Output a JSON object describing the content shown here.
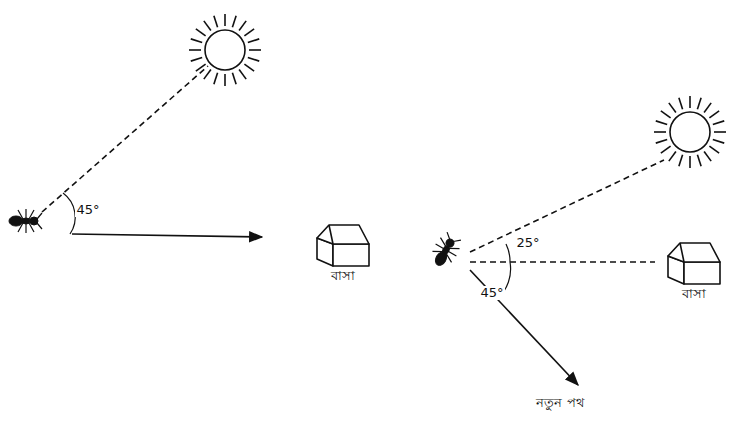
{
  "diagram": {
    "nodes": [
      {
        "text": [
          "বাসা"
        ]
      },
      {
        "text": [
          "বাসা"
        ]
      }
    ],
    "labels": [
      "45°",
      "25°",
      "45°",
      "নতুন পথ"
    ]
  }
}
